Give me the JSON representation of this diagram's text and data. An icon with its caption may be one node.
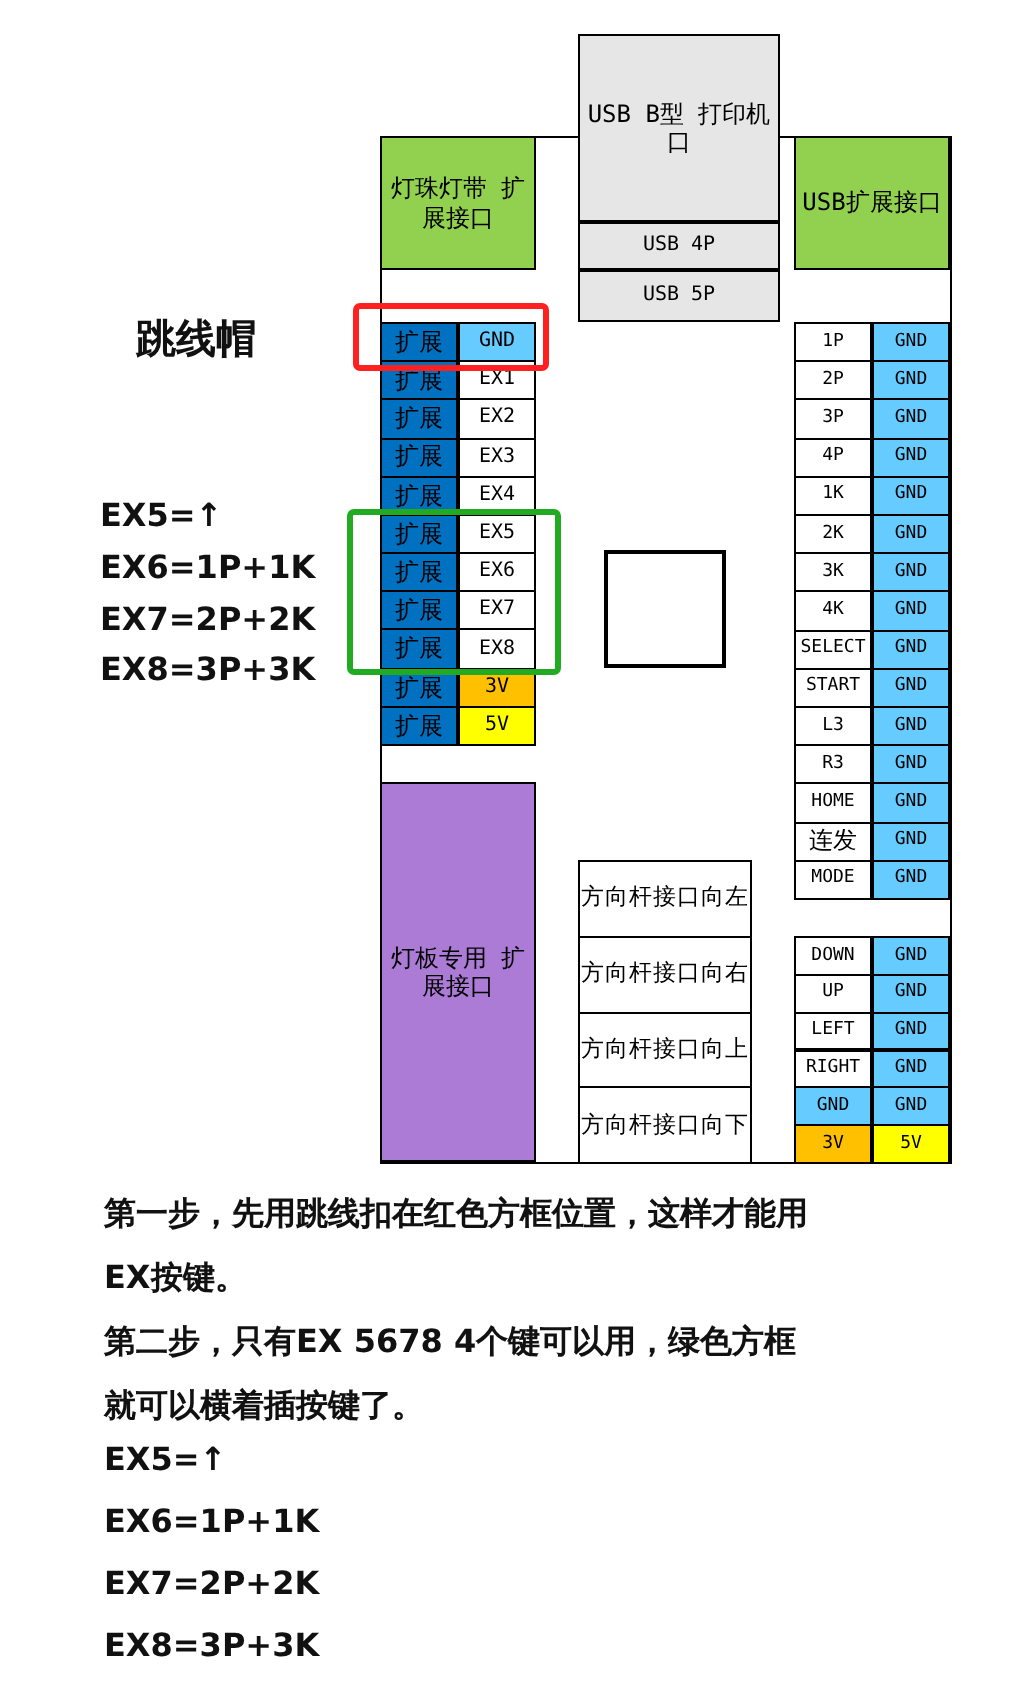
{
  "diagram": {
    "nodes": [
      {
        "text": [
          "USB B型 打印机口"
        ]
      },
      {
        "text": [
          "USB 4P"
        ]
      },
      {
        "text": [
          "USB 5P"
        ]
      },
      {
        "text": [
          "灯珠灯带 扩展接口"
        ]
      },
      {
        "text": [
          "USB扩展接口"
        ]
      },
      {
        "text": [
          "扩展"
        ]
      },
      {
        "text": [
          "GND"
        ]
      },
      {
        "text": [
          "扩展"
        ]
      },
      {
        "text": [
          "EX1"
        ]
      },
      {
        "text": [
          "扩展"
        ]
      },
      {
        "text": [
          "EX2"
        ]
      },
      {
        "text": [
          "扩展"
        ]
      },
      {
        "text": [
          "EX3"
        ]
      },
      {
        "text": [
          "扩展"
        ]
      },
      {
        "text": [
          "EX4"
        ]
      },
      {
        "text": [
          "扩展"
        ]
      },
      {
        "text": [
          "EX5"
        ]
      },
      {
        "text": [
          "扩展"
        ]
      },
      {
        "text": [
          "EX6"
        ]
      },
      {
        "text": [
          "扩展"
        ]
      },
      {
        "text": [
          "EX7"
        ]
      },
      {
        "text": [
          "扩展"
        ]
      },
      {
        "text": [
          "EX8"
        ]
      },
      {
        "text": [
          "扩展"
        ]
      },
      {
        "text": [
          "3V"
        ]
      },
      {
        "text": [
          "扩展"
        ]
      },
      {
        "text": [
          "5V"
        ]
      },
      {
        "text": [],
        "shape": "box"
      },
      {
        "text": [
          "1P"
        ]
      },
      {
        "text": [
          "GND"
        ]
      },
      {
        "text": [
          "2P"
        ]
      },
      {
        "text": [
          "GND"
        ]
      },
      {
        "text": [
          "3P"
        ]
      },
      {
        "text": [
          "GND"
        ]
      },
      {
        "text": [
          "4P"
        ]
      },
      {
        "text": [
          "GND"
        ]
      },
      {
        "text": [
          "1K"
        ]
      },
      {
        "text": [
          "GND"
        ]
      },
      {
        "text": [
          "2K"
        ]
      },
      {
        "text": [
          "GND"
        ]
      },
      {
        "text": [
          "3K"
        ]
      },
      {
        "text": [
          "GND"
        ]
      },
      {
        "text": [
          "4K"
        ]
      },
      {
        "text": [
          "GND"
        ]
      },
      {
        "text": [
          "SELECT"
        ]
      },
      {
        "text": [
          "GND"
        ]
      },
      {
        "text": [
          "START"
        ]
      },
      {
        "text": [
          "GND"
        ]
      },
      {
        "text": [
          "L3"
        ]
      },
      {
        "text": [
          "GND"
        ]
      },
      {
        "text": [
          "R3"
        ]
      },
      {
        "text": [
          "GND"
        ]
      },
      {
        "text": [
          "HOME"
        ]
      },
      {
        "text": [
          "GND"
        ]
      },
      {
        "text": [
          "连发"
        ]
      },
      {
        "text": [
          "GND"
        ]
      },
      {
        "text": [
          "MODE"
        ]
      },
      {
        "text": [
          "GND"
        ]
      },
      {
        "text": [
          "灯板专用 扩展接口"
        ]
      },
      {
        "text": [
          "方向杆接口向左"
        ]
      },
      {
        "text": [
          "方向杆接口向右"
        ]
      },
      {
        "text": [
          "方向杆接口向上"
        ]
      },
      {
        "text": [
          "方向杆接口向下"
        ]
      },
      {
        "text": [
          "DOWN"
        ]
      },
      {
        "text": [
          "GND"
        ]
      },
      {
        "text": [
          "UP"
        ]
      },
      {
        "text": [
          "GND"
        ]
      },
      {
        "text": [
          "LEFT"
        ]
      },
      {
        "text": [
          "GND"
        ]
      },
      {
        "text": [
          "RIGHT"
        ]
      },
      {
        "text": [
          "GND"
        ]
      },
      {
        "text": [
          "GND"
        ]
      },
      {
        "text": [
          "GND"
        ]
      },
      {
        "text": [
          "3V"
        ]
      },
      {
        "text": [
          "5V"
        ]
      }
    ],
    "labels": [
      "跳线帽",
      "EX5=↑",
      "EX6=1P+1K",
      "EX7=2P+2K",
      "EX8=3P+3K",
      "第一步，先用跳线扣在红色方框位置，这样才能用EX按键。",
      "第二步，只有EX 5678 4个键可以用，绿色方框就可以横着插按键了。",
      "EX5=↑",
      "EX6=1P+1K",
      "EX7=2P+2K",
      "EX8=3P+3K"
    ]
  }
}
